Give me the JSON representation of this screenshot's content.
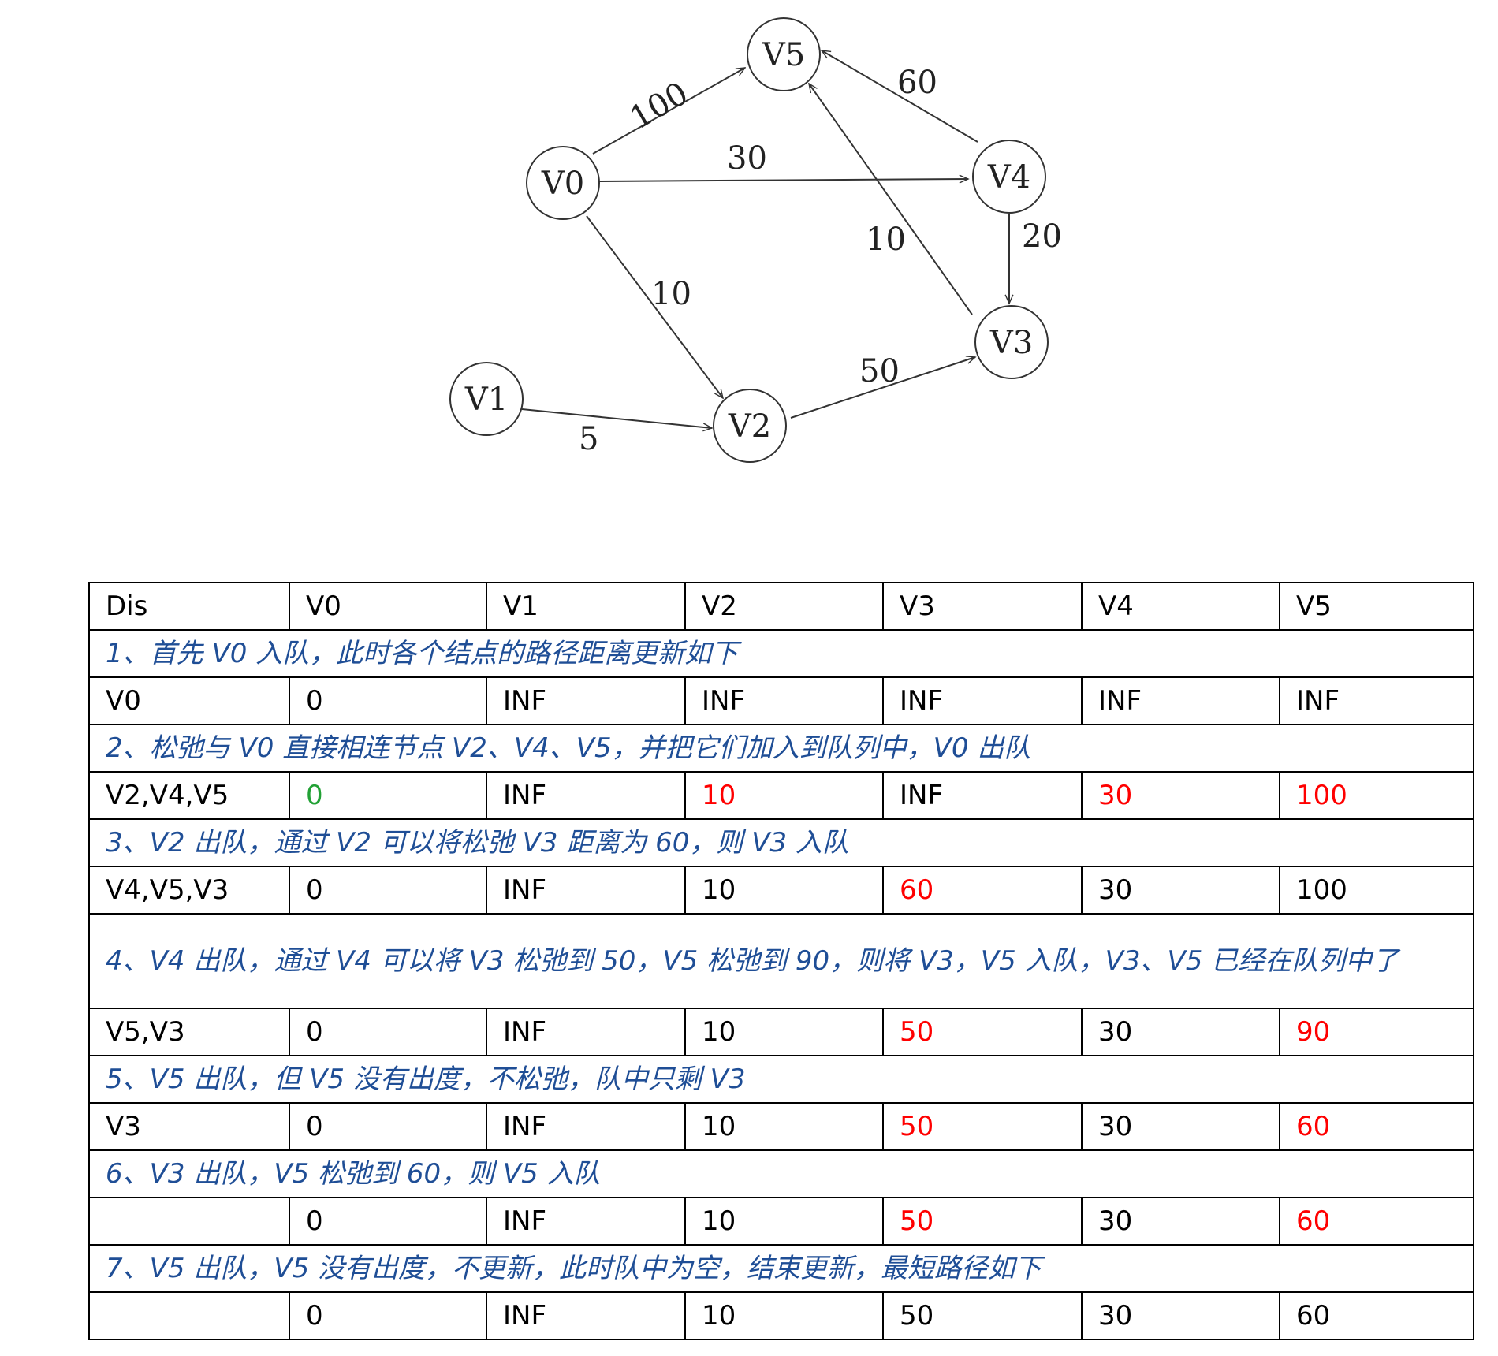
{
  "graph": {
    "nodes": [
      {
        "id": "V0",
        "label": "V0"
      },
      {
        "id": "V1",
        "label": "V1"
      },
      {
        "id": "V2",
        "label": "V2"
      },
      {
        "id": "V3",
        "label": "V3"
      },
      {
        "id": "V4",
        "label": "V4"
      },
      {
        "id": "V5",
        "label": "V5"
      }
    ],
    "edges": [
      {
        "from": "V0",
        "to": "V5",
        "weight": "100"
      },
      {
        "from": "V0",
        "to": "V4",
        "weight": "30"
      },
      {
        "from": "V0",
        "to": "V2",
        "weight": "10"
      },
      {
        "from": "V4",
        "to": "V5",
        "weight": "60"
      },
      {
        "from": "V3",
        "to": "V5",
        "weight": "10"
      },
      {
        "from": "V4",
        "to": "V3",
        "weight": "20"
      },
      {
        "from": "V2",
        "to": "V3",
        "weight": "50"
      },
      {
        "from": "V1",
        "to": "V2",
        "weight": "5"
      }
    ]
  },
  "table": {
    "header": [
      "Dis",
      "V0",
      "V1",
      "V2",
      "V3",
      "V4",
      "V5"
    ],
    "notes": [
      "1、首先 V0 入队，此时各个结点的路径距离更新如下",
      "2、松弛与 V0 直接相连节点 V2、V4、V5，并把它们加入到队列中，V0 出队",
      "3、V2 出队，通过 V2 可以将松弛 V3 距离为 60，则 V3 入队",
      "4、V4 出队，通过 V4 可以将 V3 松弛到 50，V5 松弛到 90，则将 V3，V5 入队，V3、V5 已经在队列中了",
      "5、V5 出队，但 V5 没有出度，不松弛，队中只剩 V3",
      "6、V3 出队，V5 松弛到 60，则 V5 入队",
      "7、V5 出队，V5 没有出度，不更新，此时队中为空，结束更新，最短路径如下"
    ],
    "rows": [
      [
        "V0",
        "0",
        "INF",
        "INF",
        "INF",
        "INF",
        "INF"
      ],
      [
        "V2,V4,V5",
        "0",
        "INF",
        "10",
        "INF",
        "30",
        "100"
      ],
      [
        "V4,V5,V3",
        "0",
        "INF",
        "10",
        "60",
        "30",
        "100"
      ],
      [
        "V5,V3",
        "0",
        "INF",
        "10",
        "50",
        "30",
        "90"
      ],
      [
        "V3",
        "0",
        "INF",
        "10",
        "50",
        "30",
        "60"
      ],
      [
        "",
        "0",
        "INF",
        "10",
        "50",
        "30",
        "60"
      ],
      [
        "",
        "0",
        "INF",
        "10",
        "50",
        "30",
        "60"
      ]
    ]
  },
  "colors": {
    "note_text": "#1f4e96",
    "updated_value": "#ff0000",
    "source_value": "#22a135"
  }
}
